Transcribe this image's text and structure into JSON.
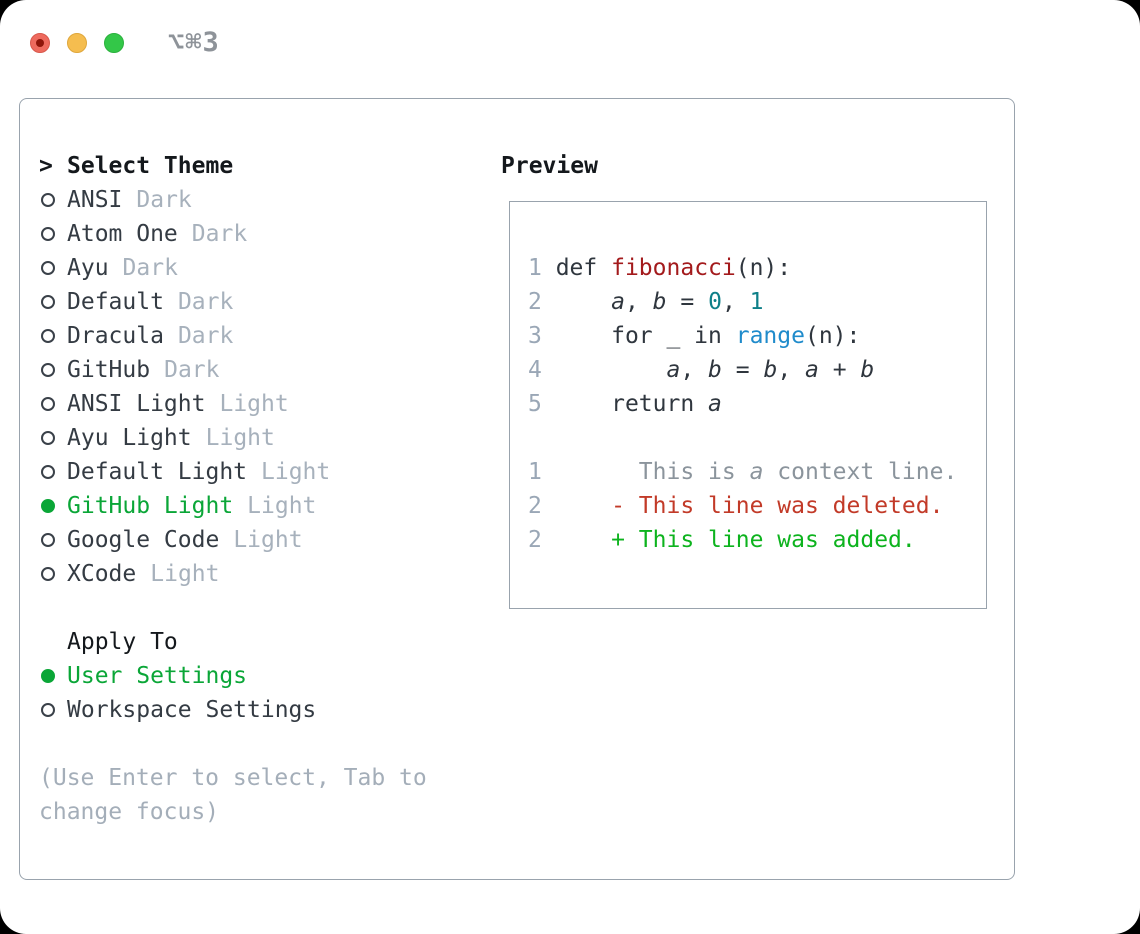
{
  "window": {
    "title": "⌥⌘3"
  },
  "theme_panel": {
    "header_prefix": ">",
    "header": "Select Theme",
    "themes": [
      {
        "name": "ANSI",
        "variant": "Dark",
        "selected": false
      },
      {
        "name": "Atom One",
        "variant": "Dark",
        "selected": false
      },
      {
        "name": "Ayu",
        "variant": "Dark",
        "selected": false
      },
      {
        "name": "Default",
        "variant": "Dark",
        "selected": false
      },
      {
        "name": "Dracula",
        "variant": "Dark",
        "selected": false
      },
      {
        "name": "GitHub",
        "variant": "Dark",
        "selected": false
      },
      {
        "name": "ANSI Light",
        "variant": "Light",
        "selected": false
      },
      {
        "name": "Ayu Light",
        "variant": "Light",
        "selected": false
      },
      {
        "name": "Default Light",
        "variant": "Light",
        "selected": false
      },
      {
        "name": "GitHub Light",
        "variant": "Light",
        "selected": true
      },
      {
        "name": "Google Code",
        "variant": "Light",
        "selected": false
      },
      {
        "name": "XCode",
        "variant": "Light",
        "selected": false
      }
    ],
    "apply_to": {
      "header": "Apply To",
      "options": [
        {
          "label": "User Settings",
          "selected": true
        },
        {
          "label": "Workspace Settings",
          "selected": false
        }
      ]
    },
    "hint": "(Use Enter to select, Tab to change focus)"
  },
  "preview": {
    "header": "Preview",
    "lines": [
      [
        {
          "t": "1",
          "s": "ln"
        },
        {
          "t": " def ",
          "s": "d"
        },
        {
          "t": "fibonacci",
          "s": "fn"
        },
        {
          "t": "(n):",
          "s": "d"
        }
      ],
      [
        {
          "t": "2",
          "s": "ln"
        },
        {
          "t": "     ",
          "s": "d"
        },
        {
          "t": "a",
          "s": "v"
        },
        {
          "t": ", ",
          "s": "d"
        },
        {
          "t": "b",
          "s": "v"
        },
        {
          "t": " = ",
          "s": "d"
        },
        {
          "t": "0",
          "s": "n"
        },
        {
          "t": ", ",
          "s": "d"
        },
        {
          "t": "1",
          "s": "n"
        }
      ],
      [
        {
          "t": "3",
          "s": "ln"
        },
        {
          "t": "     for _ in ",
          "s": "d"
        },
        {
          "t": "range",
          "s": "b"
        },
        {
          "t": "(n):",
          "s": "d"
        }
      ],
      [
        {
          "t": "4",
          "s": "ln"
        },
        {
          "t": "         ",
          "s": "d"
        },
        {
          "t": "a",
          "s": "v"
        },
        {
          "t": ", ",
          "s": "d"
        },
        {
          "t": "b",
          "s": "v"
        },
        {
          "t": " = ",
          "s": "d"
        },
        {
          "t": "b",
          "s": "v"
        },
        {
          "t": ", ",
          "s": "d"
        },
        {
          "t": "a",
          "s": "v"
        },
        {
          "t": " + ",
          "s": "d"
        },
        {
          "t": "b",
          "s": "v"
        }
      ],
      [
        {
          "t": "5",
          "s": "ln"
        },
        {
          "t": "     return ",
          "s": "d"
        },
        {
          "t": "a",
          "s": "v"
        }
      ],
      [],
      [
        {
          "t": "1",
          "s": "ln"
        },
        {
          "t": "       ",
          "s": "d"
        },
        {
          "t": "This is ",
          "s": "ctx"
        },
        {
          "t": "a",
          "s": "ctxi"
        },
        {
          "t": " context line.",
          "s": "ctx"
        }
      ],
      [
        {
          "t": "2",
          "s": "ln"
        },
        {
          "t": "     ",
          "s": "d"
        },
        {
          "t": "- This line was deleted.",
          "s": "del"
        }
      ],
      [
        {
          "t": "2",
          "s": "ln"
        },
        {
          "t": "     ",
          "s": "d"
        },
        {
          "t": "+ This line was added.",
          "s": "add"
        }
      ]
    ]
  },
  "colors": {
    "sel-green": "#0aa637",
    "func-red": "#a31a1c",
    "num-teal": "#0e7f88",
    "builtin-blue": "#1f8bcb",
    "ctx-gray": "#8b949c",
    "del-red": "#c23a28",
    "add-green": "#0db31e",
    "badge": "#a7b1bc",
    "hint": "#a4aeb9",
    "panel-border": "#99a3ad",
    "tl-red": "#ee6a5e",
    "tl-yellow": "#f5bd4f",
    "tl-green": "#33c748"
  }
}
